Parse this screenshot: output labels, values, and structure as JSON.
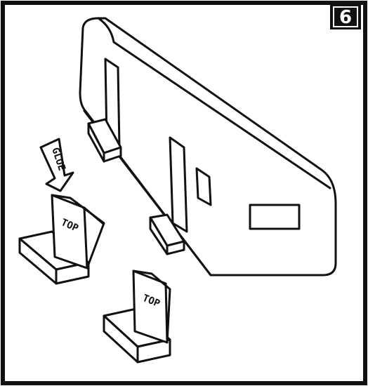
{
  "step": {
    "number": "6"
  },
  "labels": {
    "glue": "GLUE",
    "seat_top_1": "TOP",
    "seat_top_2": "TOP"
  }
}
